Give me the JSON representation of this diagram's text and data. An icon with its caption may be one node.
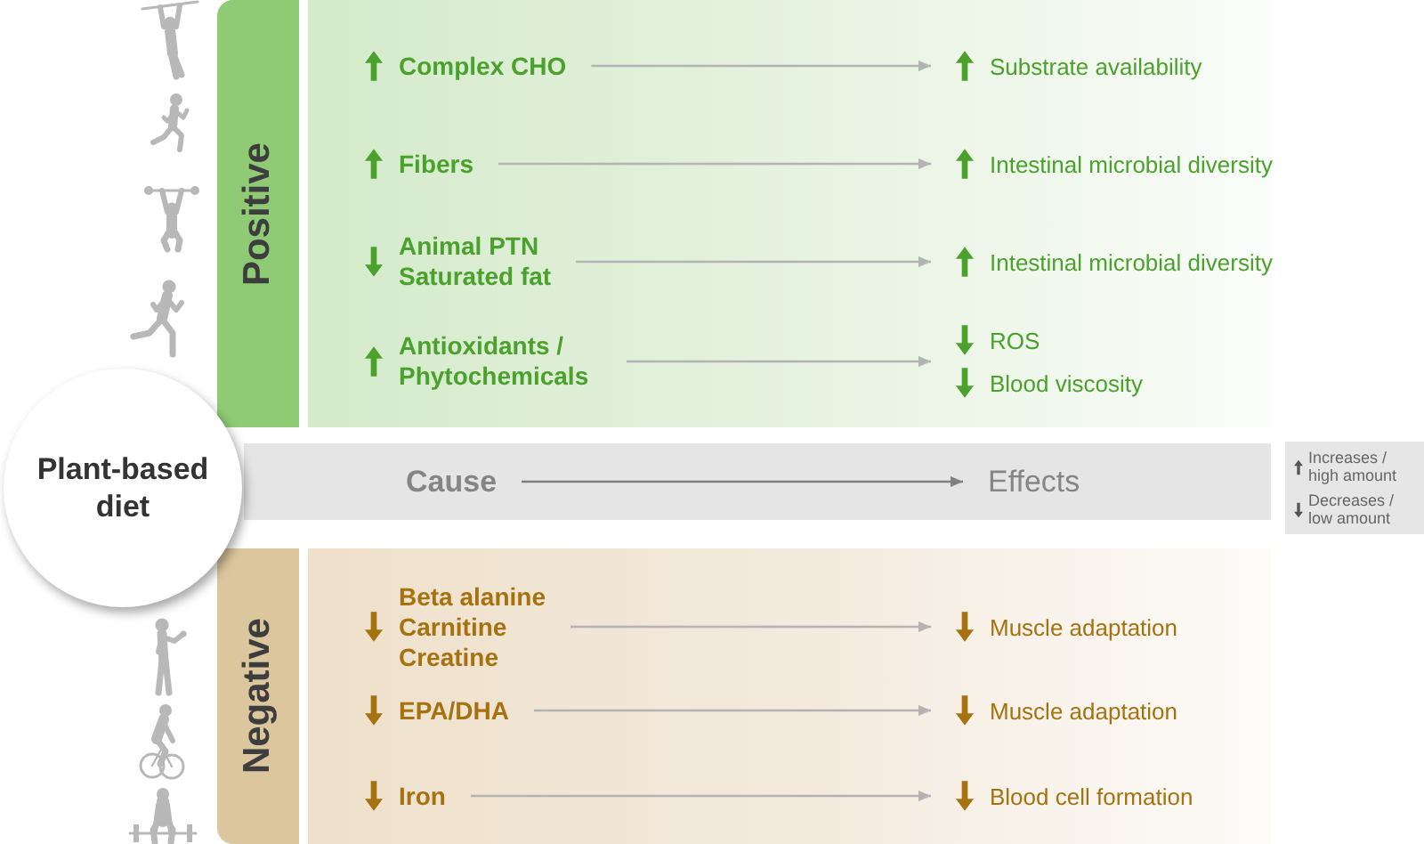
{
  "diagram": {
    "nodes": [
      {
        "text": [
          "Positive"
        ]
      },
      {
        "text": [
          "Complex CHO"
        ],
        "in": 0
      },
      {
        "text": [
          "Substrate availability"
        ],
        "in": 0
      },
      {
        "text": [
          "Fibers"
        ],
        "in": 0
      },
      {
        "text": [
          "Intestinal microbial diversity"
        ],
        "in": 0
      },
      {
        "text": [
          "Animal PTN",
          "Saturated fat"
        ],
        "in": 0
      },
      {
        "text": [
          "Intestinal microbial diversity"
        ],
        "in": 0
      },
      {
        "text": [
          "Antioxidants / Phytochemicals"
        ],
        "in": 0
      },
      {
        "text": [
          "ROS",
          "Blood viscosity"
        ],
        "in": 0
      },
      {
        "text": [
          "Plant-based diet"
        ]
      },
      {
        "text": [],
        "shape": "bar"
      },
      {
        "text": [
          "Cause"
        ],
        "in": 10
      },
      {
        "text": [
          "Effects"
        ],
        "in": 10
      },
      {
        "text": [
          "Negative"
        ]
      },
      {
        "text": [
          "Beta alanine",
          "Carnitine",
          "Creatine"
        ],
        "in": 13
      },
      {
        "text": [
          "Muscle adaptation"
        ],
        "in": 13
      },
      {
        "text": [
          "EPA/DHA"
        ],
        "in": 13
      },
      {
        "text": [
          "Muscle adaptation"
        ],
        "in": 13
      },
      {
        "text": [
          "Iron"
        ],
        "in": 13
      },
      {
        "text": [
          "Blood cell formation"
        ],
        "in": 13
      }
    ],
    "edges": [
      {
        "from": 1,
        "to": 2,
        "arrow": "to"
      },
      {
        "from": 3,
        "to": 4,
        "arrow": "to"
      },
      {
        "from": 5,
        "to": 6,
        "arrow": "to"
      },
      {
        "from": 7,
        "to": 8,
        "arrow": "to"
      },
      {
        "from": 11,
        "to": 12,
        "arrow": "to",
        "color": "#7f7f7f"
      },
      {
        "from": 14,
        "to": 15,
        "arrow": "to"
      },
      {
        "from": 16,
        "to": 17,
        "arrow": "to"
      },
      {
        "from": 18,
        "to": 19,
        "arrow": "to"
      }
    ],
    "legend": [
      {
        "text": "Increases / high amount"
      },
      {
        "text": "Decreases / low amount"
      }
    ]
  }
}
